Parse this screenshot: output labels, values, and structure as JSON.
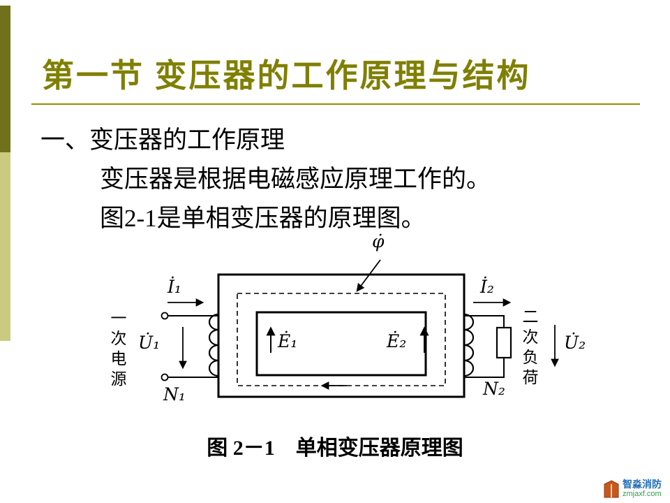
{
  "slide": {
    "title": "第一节  变压器的工作原理与结构",
    "body": [
      "一、变压器的工作原理",
      "变压器是根据电磁感应原理工作的。",
      "图2-1是单相变压器的原理图。"
    ],
    "caption": "图 2－1　单相变压器原理图"
  },
  "diagram": {
    "labels": {
      "flux": "φ̇",
      "i1": "İ₁",
      "u1": "U̇₁",
      "n1": "N₁",
      "i2": "İ₂",
      "u2": "U̇₂",
      "n2": "N₂",
      "e1": "Ė₁",
      "e2": "Ė₂",
      "primary_source": "一次电源",
      "secondary_load": "二次负荷"
    }
  },
  "watermark": {
    "name": "智淼消防",
    "url": "zmjaxf.com"
  },
  "colors": {
    "title": "#7f7f00",
    "underline": "#8f8f00",
    "bar_dark": "#71711c",
    "bar_light": "#cbcb80",
    "diagram_ink": "#000000",
    "watermark_name": "#1e6bb8",
    "watermark_url": "#2f9e44",
    "watermark_logo": "#c9571c"
  }
}
